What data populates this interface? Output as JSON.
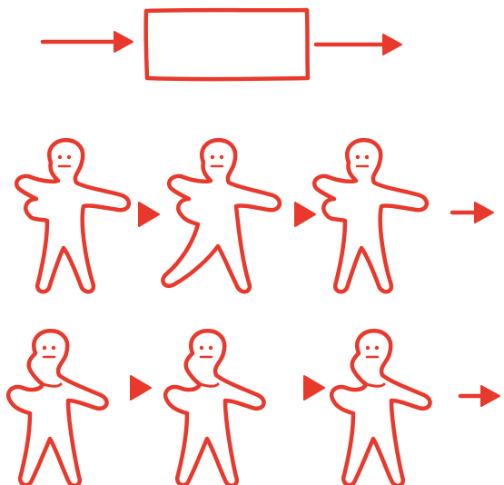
{
  "diagram": {
    "stroke_color": "#e8392c",
    "paper_color": "#ffffff",
    "process_box": {
      "input_arrow": "arrow-right-icon",
      "box": "empty-rectangle",
      "output_arrow": "arrow-right-icon"
    },
    "rows": [
      {
        "figures": [
          {
            "icon": "dancing-figure-icon",
            "pose": "arm-out-right"
          },
          {
            "icon": "dancing-figure-icon",
            "pose": "leaning-left"
          },
          {
            "icon": "dancing-figure-icon",
            "pose": "arm-out-right"
          }
        ],
        "connectors": [
          "triangle-arrow-icon",
          "triangle-arrow-icon"
        ],
        "trailing_arrow": "arrow-right-icon"
      },
      {
        "figures": [
          {
            "icon": "dancing-figure-icon",
            "pose": "hand-on-chest"
          },
          {
            "icon": "dancing-figure-icon",
            "pose": "hand-on-chest"
          },
          {
            "icon": "dancing-figure-icon",
            "pose": "hand-on-chest"
          }
        ],
        "connectors": [
          "triangle-arrow-icon",
          "triangle-arrow-icon"
        ],
        "trailing_arrow": "arrow-right-icon"
      }
    ]
  }
}
